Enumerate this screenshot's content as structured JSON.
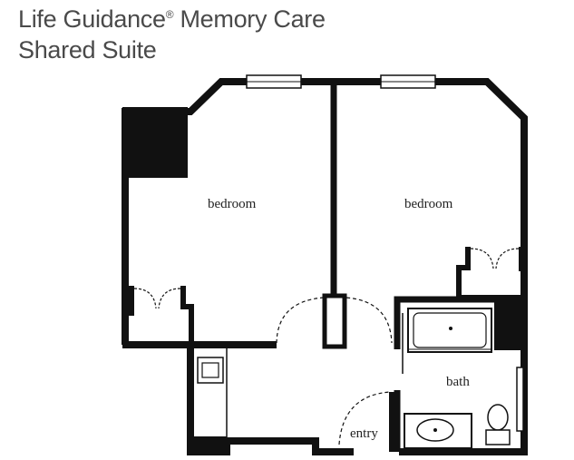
{
  "title": {
    "line1_main": "Life Guidance",
    "line1_mark": "®",
    "line1_rest": " Memory Care",
    "line2": "Shared Suite"
  },
  "labels": {
    "bedroom_left": "bedroom",
    "bedroom_right": "bedroom",
    "bath": "bath",
    "entry": "entry"
  },
  "colors": {
    "wall": "#111111",
    "title_text": "#4a4a4a"
  }
}
